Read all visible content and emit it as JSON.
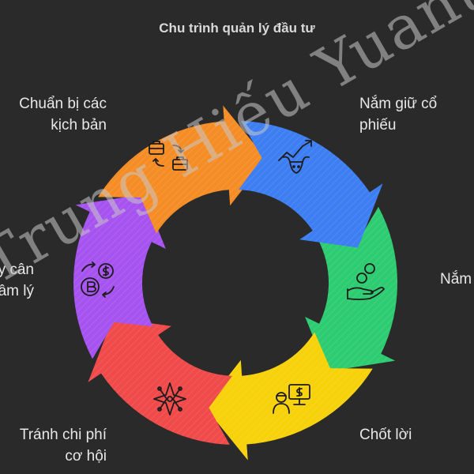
{
  "title": "Chu trình quản lý đầu tư",
  "watermark": "Trung Hiếu Yuanta",
  "stages": [
    {
      "line1": "Nắm giữ cổ",
      "line2": "phiếu",
      "color": "#3d7ef2",
      "icon": "bull-chart-icon"
    },
    {
      "line1": "Nắm",
      "line2": "",
      "color": "#2ecc71",
      "icon": "hand-coins-icon"
    },
    {
      "line1": "Chốt lời",
      "line2": "",
      "color": "#f7d10a",
      "icon": "investor-monitor-icon"
    },
    {
      "line1": "Tránh chi phí",
      "line2": "cơ hội",
      "color": "#f04a4a",
      "icon": "compass-network-icon"
    },
    {
      "line1": "y cân",
      "line2": "âm lý",
      "color": "#a653f0",
      "icon": "crypto-exchange-icon"
    },
    {
      "line1": "Chuẩn bị các",
      "line2": "kịch bản",
      "color": "#f58d26",
      "icon": "briefcase-swap-icon"
    }
  ]
}
